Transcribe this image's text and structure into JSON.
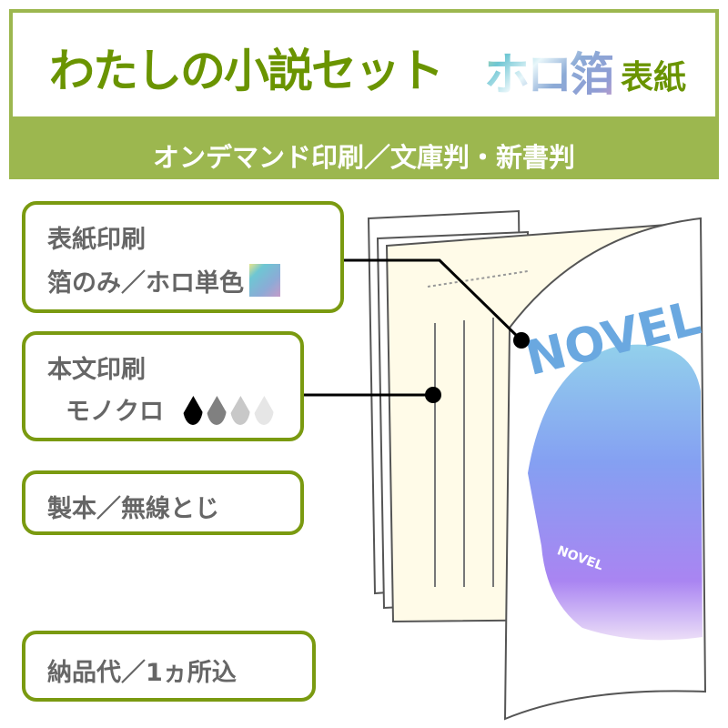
{
  "header": {
    "title": "わたしの小説セット",
    "holo_label": "ホロ箔",
    "cover_label": "表紙",
    "subtitle": "オンデマンド印刷／文庫判・新書判"
  },
  "features": [
    {
      "title": "表紙印刷",
      "detail": "箔のみ／ホロ単色"
    },
    {
      "title": "本文印刷",
      "detail": "モノクロ"
    },
    {
      "title": "製本／無線とじ"
    },
    {
      "title": "納品代／1ヵ所込"
    }
  ],
  "book": {
    "cover_text": "NOVEL",
    "inner_book_text": "NOVEL"
  },
  "colors": {
    "accent": "#6a9400",
    "band": "#9cb74f",
    "border": "#7a9a10",
    "text": "#666666"
  },
  "ink_drops": [
    "#000000",
    "#808080",
    "#c8c8c8",
    "#e6e6e6"
  ]
}
